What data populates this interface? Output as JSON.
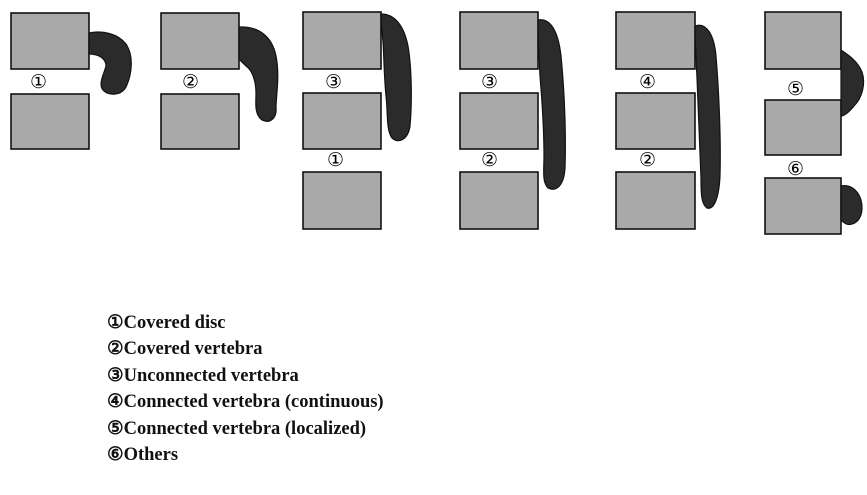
{
  "diagram": {
    "panel_labels": {
      "p1": [
        "①"
      ],
      "p2": [
        "②"
      ],
      "p3": [
        "③",
        "①"
      ],
      "p4": [
        "③",
        "②"
      ],
      "p5": [
        "④",
        "②"
      ],
      "p6": [
        "⑤",
        "⑥"
      ]
    }
  },
  "legend": {
    "items": [
      "①Covered disc",
      "②Covered vertebra",
      "③Unconnected vertebra",
      "④Connected vertebra (continuous)",
      "⑤Connected vertebra (localized)",
      "⑥Others"
    ]
  },
  "colors": {
    "vertebra_fill": "#a9a9a9",
    "ossification_fill": "#2b2b2b",
    "outline": "#111111"
  }
}
